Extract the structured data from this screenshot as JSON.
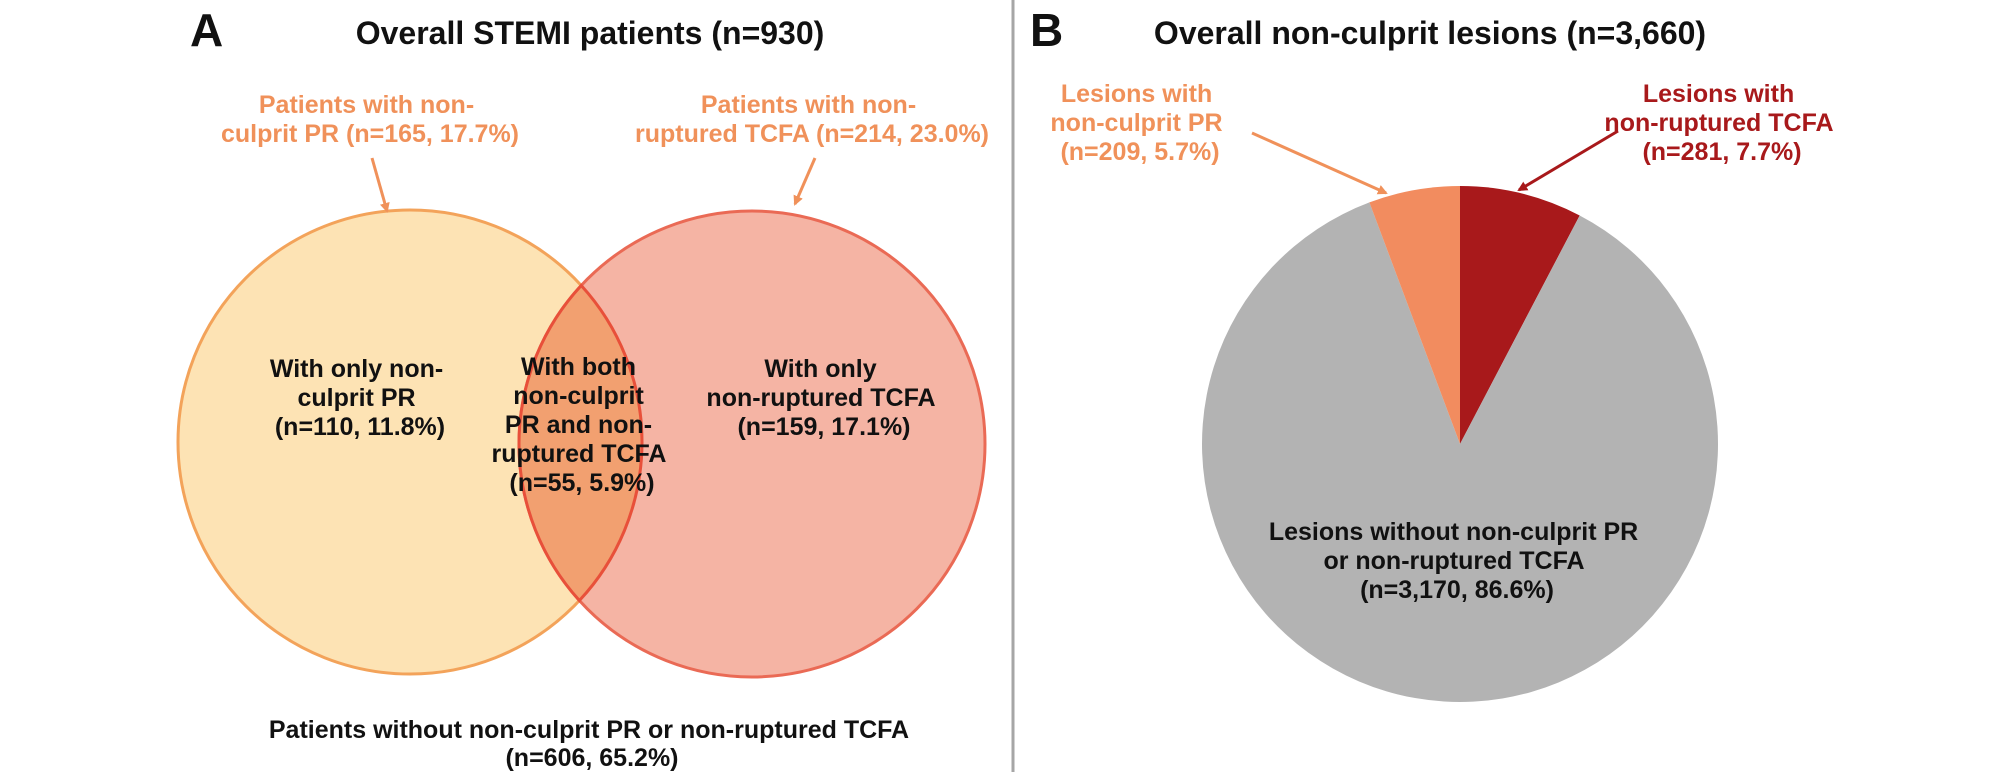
{
  "colors": {
    "pr": "#f0915a",
    "pr_fill": "#fde3b4",
    "pr_stroke": "#f3a35a",
    "tcfa_fill": "#f5b4a4",
    "tcfa_stroke": "#ea6a55",
    "overlap_fill": "#f2a070",
    "overlap_stroke": "#e8503a",
    "pie_pr": "#f28c5f",
    "pie_tcfa": "#a8191b",
    "pie_rest": "#b3b3b3",
    "divider": "#a6a6a6",
    "text": "#111111"
  },
  "panel_a": {
    "letter": "A",
    "title": "Overall STEMI patients (n=930)",
    "label_pr": [
      "Patients with non-",
      "culprit PR (n=165, 17.7%)"
    ],
    "label_tcfa": [
      "Patients with non-",
      "ruptured TCFA (n=214, 23.0%)"
    ],
    "only_pr": [
      "With only non-",
      "culprit PR",
      "(n=110, 11.8%)"
    ],
    "both": [
      "With both",
      "non-culprit",
      "PR and non-",
      "ruptured TCFA",
      "(n=55, 5.9%)"
    ],
    "only_tcfa": [
      "With only",
      "non-ruptured TCFA",
      "(n=159, 17.1%)"
    ],
    "without": [
      "Patients without non-culprit PR or non-ruptured TCFA",
      "(n=606, 65.2%)"
    ]
  },
  "panel_b": {
    "letter": "B",
    "title": "Overall non-culprit lesions (n=3,660)",
    "label_pr": [
      "Lesions with",
      "non-culprit PR",
      "(n=209, 5.7%)"
    ],
    "label_tcfa": [
      "Lesions with",
      "non-ruptured TCFA",
      "(n=281, 7.7%)"
    ],
    "label_rest": [
      "Lesions without non-culprit PR",
      "or non-ruptured TCFA",
      "(n=3,170, 86.6%)"
    ]
  },
  "chart_data": [
    {
      "type": "venn",
      "title": "Overall STEMI patients (n=930)",
      "total": 930,
      "sets": [
        {
          "name": "Patients with non-culprit PR",
          "n": 165,
          "percent": 17.7
        },
        {
          "name": "Patients with non-ruptured TCFA",
          "n": 214,
          "percent": 23.0
        }
      ],
      "regions": [
        {
          "label": "With only non-culprit PR",
          "n": 110,
          "percent": 11.8
        },
        {
          "label": "With both non-culprit PR and non-ruptured TCFA",
          "n": 55,
          "percent": 5.9
        },
        {
          "label": "With only non-ruptured TCFA",
          "n": 159,
          "percent": 17.1
        },
        {
          "label": "Patients without non-culprit PR or non-ruptured TCFA",
          "n": 606,
          "percent": 65.2
        }
      ]
    },
    {
      "type": "pie",
      "title": "Overall non-culprit lesions (n=3,660)",
      "total": 3660,
      "slices": [
        {
          "label": "Lesions with non-ruptured TCFA",
          "n": 281,
          "percent": 7.7
        },
        {
          "label": "Lesions without non-culprit PR or non-ruptured TCFA",
          "n": 3170,
          "percent": 86.6
        },
        {
          "label": "Lesions with non-culprit PR",
          "n": 209,
          "percent": 5.7
        }
      ]
    }
  ]
}
